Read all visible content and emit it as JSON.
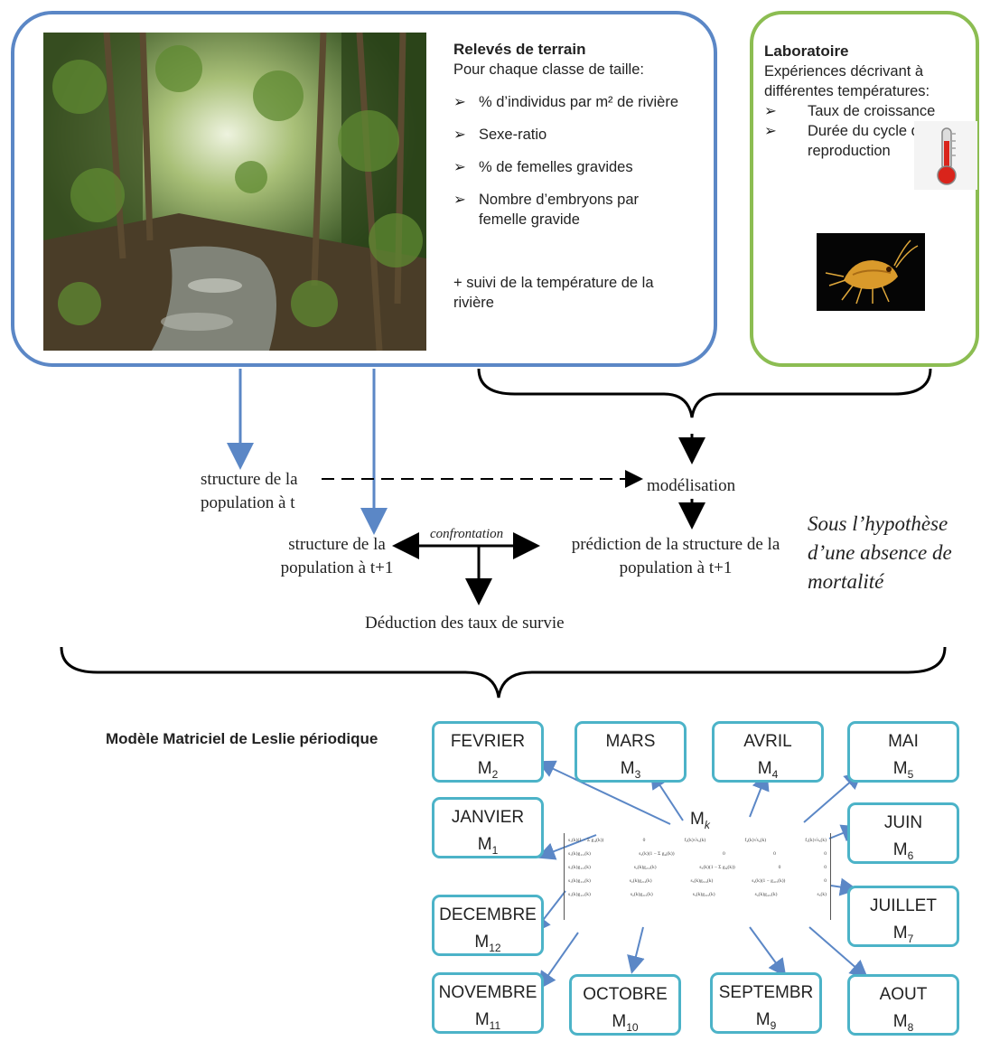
{
  "field": {
    "title": "Relevés de terrain",
    "intro": "Pour chaque classe de taille:",
    "bullets": [
      "% d’individus par m² de rivière",
      "Sexe-ratio",
      "% de femelles gravides",
      "Nombre d’embryons par femelle gravide"
    ],
    "extra": "+ suivi de la température de la rivière",
    "bullet_glyph": "➢"
  },
  "lab": {
    "title": "Laboratoire",
    "intro": "Expériences décrivant à différentes températures:",
    "bullets": [
      "Taux de croissance",
      "Durée du cycle de reproduction"
    ],
    "bullet_glyph": "➢"
  },
  "flow": {
    "structure_t": "structure de la population à t",
    "modelisation": "modélisation",
    "structure_t1": "structure de la population à t+1",
    "confrontation": "confrontation",
    "prediction": "prédiction de la structure de la population à t+1",
    "deduction": "Déduction des taux de survie",
    "hypothesis": "Sous l’hypothèse d’une absence de mortalité"
  },
  "model": {
    "title": "Modèle Matriciel de Leslie périodique",
    "matrix_label": "M",
    "matrix_label_sub": "k",
    "matrix_rows": [
      [
        "s₁(k)(1 − Σ g₁ⱼ(k))",
        "0",
        "f₃(k)√s₃(k)",
        "f₄(k)√s₄(k)",
        "f₅(k)√s₅(k)"
      ],
      [
        "s₁(k)g₁,₂(k)",
        "s₂(k)(1 − Σ g₂ⱼ(k))",
        "0",
        "0",
        "0"
      ],
      [
        "s₁(k)g₁,₃(k)",
        "s₂(k)g₂,₃(k)",
        "s₃(k)(1 − Σ g₃ⱼ(k))",
        "0",
        "0"
      ],
      [
        "s₁(k)g₁,₄(k)",
        "s₂(k)g₂,₄(k)",
        "s₃(k)g₃,₄(k)",
        "s₄(k)(1 − g₄,₅(k))",
        "0"
      ],
      [
        "s₁(k)g₁,₅(k)",
        "s₂(k)g₂,₅(k)",
        "s₃(k)g₃,₅(k)",
        "s₄(k)g₄,₅(k)",
        "s₅(k)"
      ]
    ],
    "months": [
      {
        "name": "FEVRIER",
        "sym": "M",
        "sub": "2"
      },
      {
        "name": "MARS",
        "sym": "M",
        "sub": "3"
      },
      {
        "name": "AVRIL",
        "sym": "M",
        "sub": "4"
      },
      {
        "name": "MAI",
        "sym": "M",
        "sub": "5"
      },
      {
        "name": "JANVIER",
        "sym": "M",
        "sub": "1"
      },
      {
        "name": "JUIN",
        "sym": "M",
        "sub": "6"
      },
      {
        "name": "DECEMBRE",
        "sym": "M",
        "sub": "12"
      },
      {
        "name": "JUILLET",
        "sym": "M",
        "sub": "7"
      },
      {
        "name": "NOVEMBRE",
        "sym": "M",
        "sub": "11"
      },
      {
        "name": "OCTOBRE",
        "sym": "M",
        "sub": "10"
      },
      {
        "name": "SEPTEMBR",
        "sym": "M",
        "sub": "9"
      },
      {
        "name": "AOUT",
        "sym": "M",
        "sub": "8"
      }
    ]
  },
  "colors": {
    "field_border": "#5b87c6",
    "lab_border": "#8cbd52",
    "month_border": "#4cb3c8",
    "arrow": "#5b87c6"
  },
  "icons": [
    "photo-river-stream",
    "thermometer-icon",
    "amphipod-photo"
  ]
}
